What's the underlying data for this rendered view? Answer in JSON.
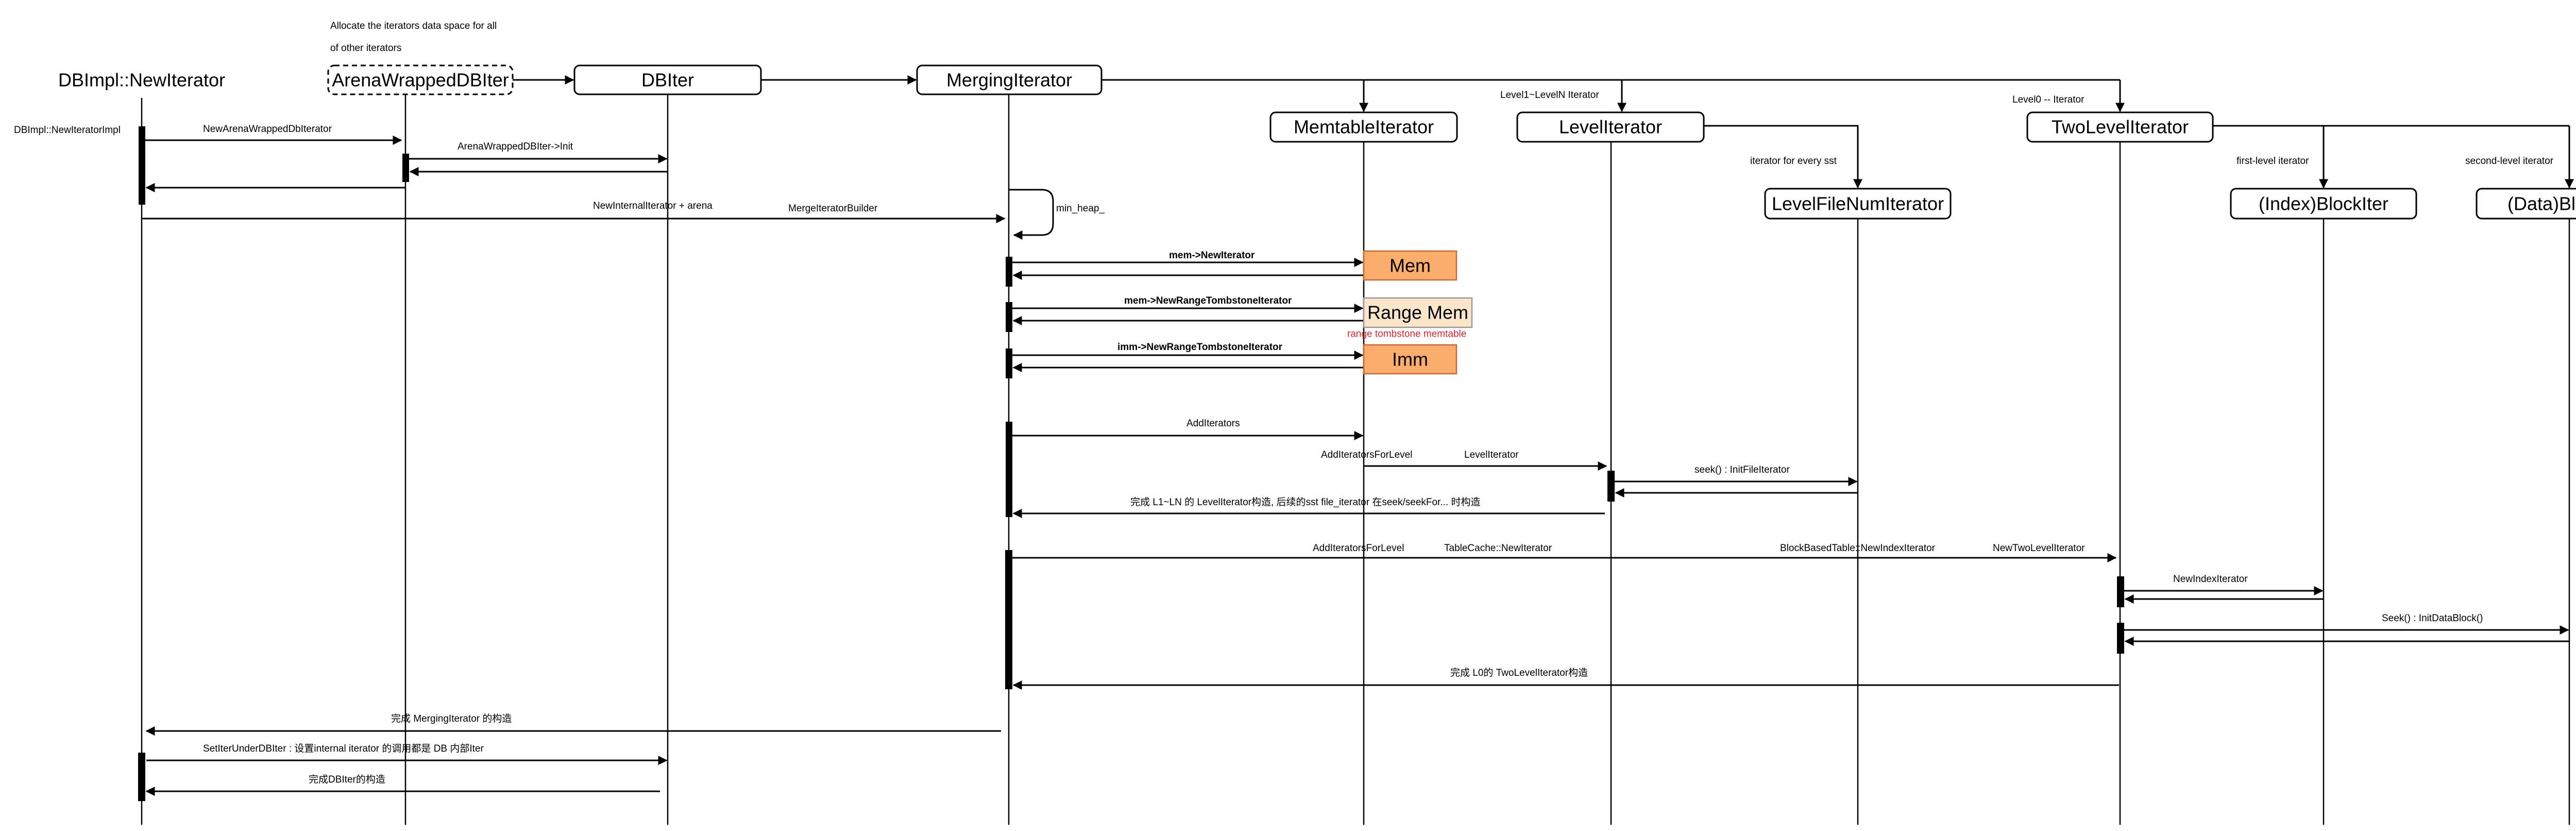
{
  "lanes": {
    "dbimpl": "DBImpl::NewIterator",
    "arena": "ArenaWrappedDBIter",
    "dbiter": "DBIter",
    "merging": "MergingIterator",
    "memtable": "MemtableIterator",
    "level": "LevelIterator",
    "two_level": "TwoLevelIterator",
    "level_file_num": "LevelFileNumIterator",
    "index_block": "(Index)BlockIter",
    "data_block": "(Data)BlockIter"
  },
  "notes": {
    "alloc_line1": "Allocate the iterators data space for all",
    "alloc_line2": "of other iterators",
    "dbimpl_impl": "DBImpl::NewIteratorImpl",
    "level1_levelN": "Level1~LevelN Iterator",
    "level0": "Level0 -- Iterator",
    "iter_every_sst": "iterator for every sst",
    "first_level": "first-level iterator",
    "second_level": "second-level iterator",
    "min_heap": "min_heap_"
  },
  "messages": {
    "new_arena": "NewArenaWrappedDbIterator",
    "arena_init": "ArenaWrappedDBIter->Init",
    "new_internal": "NewInternalIterator + arena",
    "merge_builder": "MergeIteratorBuilder",
    "mem_new": "mem->NewIterator",
    "mem_range": "mem->NewRangeTombstoneIterator",
    "imm_range": "imm->NewRangeTombstoneIterator",
    "add_iterators": "AddIterators",
    "add_for_level_1": "AddIteratorsForLevel",
    "level_iterator": "LevelIterator",
    "seek_init_file": "seek() :  InitFileIterator",
    "done_l1_ln": "完成 L1~LN 的 LevelIterator构造, 后续的sst file_iterator 在seek/seekFor... 时构造",
    "add_for_level_2": "AddIteratorsForLevel",
    "table_cache": "TableCache::NewIterator",
    "block_based": "BlockBasedTable::NewIndexIterator",
    "new_two_level": "NewTwoLevelIterator",
    "new_index": "NewIndexIterator",
    "seek_init_data": "Seek() : InitDataBlock()",
    "done_l0": "完成 L0的 TwoLevelIterator构造",
    "done_merging": "完成 MergingIterator 的构造",
    "set_iter": "SetIterUnderDBIter :  设置internal iterator     的调用都是 DB 内部Iter",
    "done_dbiter": "完成DBIter的构造"
  },
  "objects": {
    "mem": "Mem",
    "range_mem": "Range Mem",
    "range_note": "range tombstone memtable",
    "imm": "Imm"
  },
  "colors": {
    "orange_fill": "#fbad6b",
    "orange_stroke": "#c9683a",
    "beige_fill": "#fbe6c9",
    "beige_stroke": "#999999",
    "red_text": "#e0262b"
  }
}
